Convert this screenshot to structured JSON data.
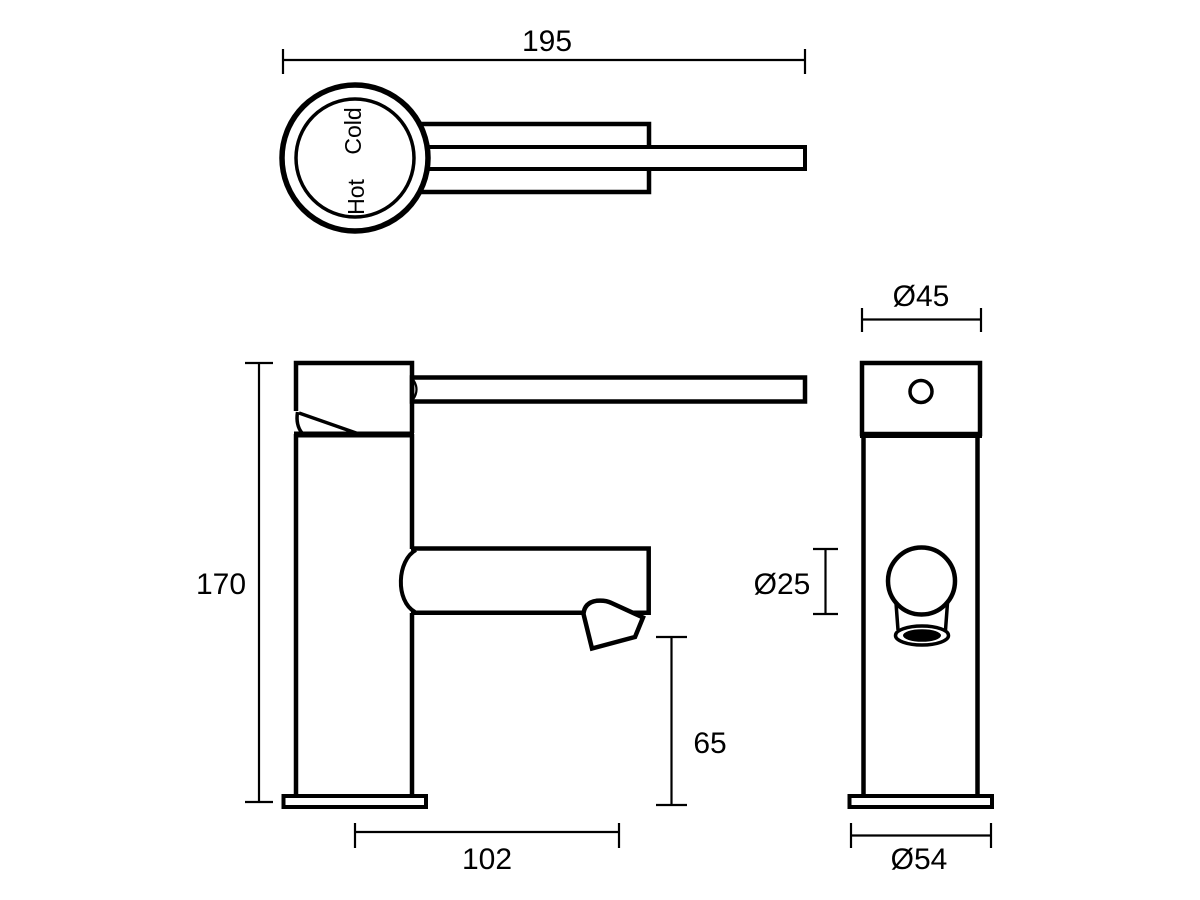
{
  "page": {
    "background_color": "#ffffff",
    "line_color": "#000000",
    "description": "Technical dimension drawing of a basin mixer tap in three views"
  },
  "views": {
    "top": {
      "dim_overall_length": "195",
      "label_cold": "Cold",
      "label_hot": "Hot"
    },
    "front": {
      "dim_overall_height": "170",
      "dim_spout_reach": "102",
      "dim_outlet_height": "65",
      "dim_spout_diameter": "Ø25"
    },
    "side": {
      "dim_body_diameter": "Ø45",
      "dim_base_diameter": "Ø54"
    }
  }
}
